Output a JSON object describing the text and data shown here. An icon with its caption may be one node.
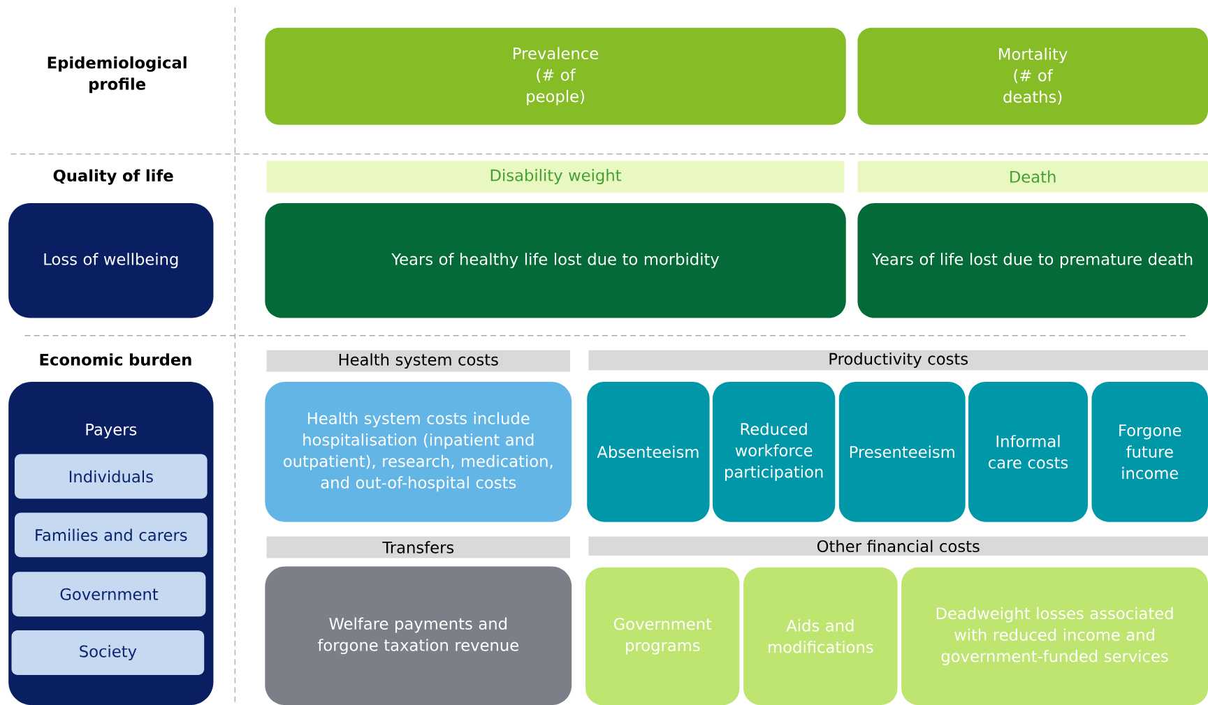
{
  "diagram": {
    "nodes": [
      {
        "text": [
          "Prevalence (# of people)"
        ]
      },
      {
        "text": [
          "Mortality (# of deaths)"
        ]
      },
      {
        "text": [
          "Disability weight"
        ]
      },
      {
        "text": [
          "Death"
        ]
      },
      {
        "text": [
          "Loss of wellbeing"
        ]
      },
      {
        "text": [
          "Years of healthy life lost due to morbidity"
        ]
      },
      {
        "text": [
          "Years of life lost due to premature death"
        ]
      },
      {
        "text": [
          "Health system costs"
        ]
      },
      {
        "text": [
          "Productivity costs"
        ]
      },
      {
        "text": [
          "Payers"
        ]
      },
      {
        "text": [
          "Individuals"
        ],
        "in": 9
      },
      {
        "text": [
          "Families and carers"
        ],
        "in": 9
      },
      {
        "text": [
          "Government"
        ],
        "in": 9
      },
      {
        "text": [
          "Society"
        ],
        "in": 9
      },
      {
        "text": [
          "Health system costs include hospitalisation (inpatient and outpatient), research, medication, and out-of-hospital costs"
        ]
      },
      {
        "text": [
          "Absenteeism"
        ]
      },
      {
        "text": [
          "Reduced workforce participation"
        ]
      },
      {
        "text": [
          "Presenteeism"
        ]
      },
      {
        "text": [
          "Informal care costs"
        ]
      },
      {
        "text": [
          "Forgone future income"
        ]
      },
      {
        "text": [
          "Transfers"
        ]
      },
      {
        "text": [
          "Other financial costs"
        ]
      },
      {
        "text": [
          "Welfare payments and forgone taxation revenue"
        ]
      },
      {
        "text": [
          "Government programs"
        ]
      },
      {
        "text": [
          "Aids and modifications"
        ]
      },
      {
        "text": [
          "Deadweight losses associated with reduced income and government-funded services"
        ]
      }
    ],
    "labels": [
      "Epidemiological profile",
      "Quality of life",
      "Economic burden"
    ]
  }
}
